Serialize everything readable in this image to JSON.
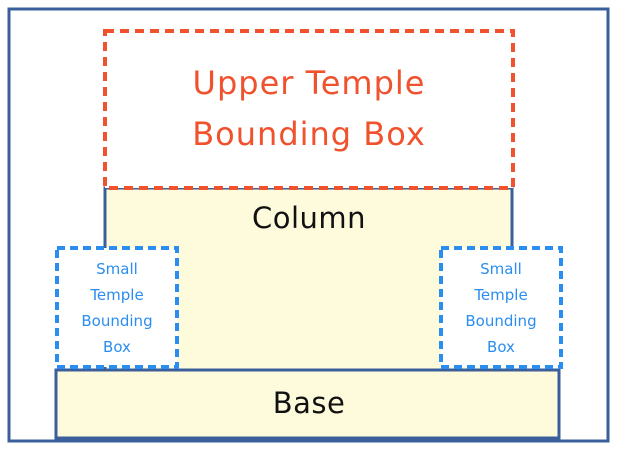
{
  "colors": {
    "frame": "#3b5f9a",
    "upper_temple": "#f0522d",
    "small_temple": "#2a8ef0",
    "fill": "#fdfbdc",
    "text": "#111111"
  },
  "labels": {
    "upper_temple_line1": "Upper Temple",
    "upper_temple_line2": "Bounding Box",
    "column": "Column",
    "base": "Base",
    "small_left": [
      "Small",
      "Temple",
      "Bounding",
      "Box"
    ],
    "small_right": [
      "Small",
      "Temple",
      "Bounding",
      "Box"
    ]
  }
}
